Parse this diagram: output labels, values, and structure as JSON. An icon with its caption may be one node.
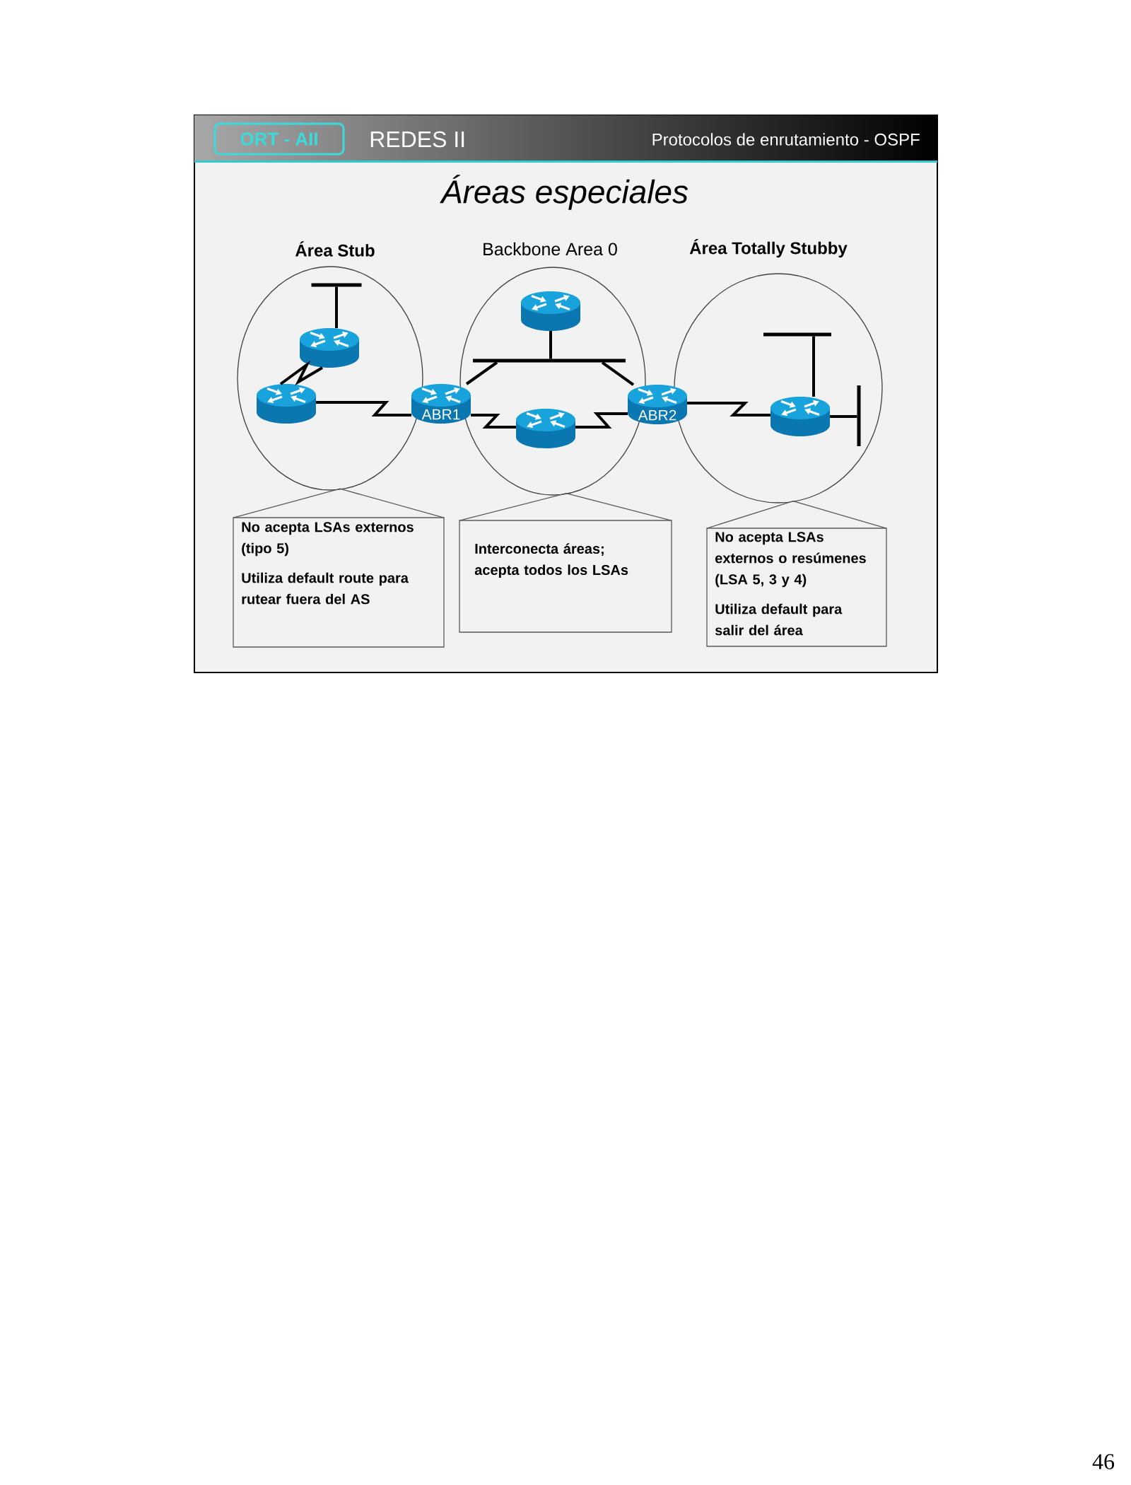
{
  "diagram": {
    "title": "Áreas especiales",
    "nodes": [
      {
        "text": [
          "REDES II",
          "Protocolos de enrutamiento - OSPF"
        ]
      },
      {
        "text": [
          "ORT - AII"
        ],
        "in": 0
      },
      {
        "text": [
          "Área Stub"
        ]
      },
      {
        "text": [
          "Backbone Area 0"
        ]
      },
      {
        "text": [
          "Área Totally Stubby"
        ]
      },
      {
        "text": [],
        "shape": "bar",
        "in": 2
      },
      {
        "text": [],
        "shape": "cylinder",
        "in": 2
      },
      {
        "text": [],
        "shape": "cylinder",
        "in": 2
      },
      {
        "text": [
          "ABR1"
        ]
      },
      {
        "text": [],
        "shape": "cylinder",
        "in": 3
      },
      {
        "text": [],
        "shape": "bar",
        "in": 3
      },
      {
        "text": [],
        "shape": "cylinder",
        "in": 3
      },
      {
        "text": [
          "ABR2"
        ]
      },
      {
        "text": [],
        "shape": "bar",
        "in": 4
      },
      {
        "text": [],
        "shape": "cylinder",
        "in": 4
      },
      {
        "text": [],
        "shape": "bar",
        "in": 4
      },
      {
        "text": [
          "No acepta LSAs externos (tipo 5)",
          "Utiliza default route para rutear fuera del AS"
        ]
      },
      {
        "text": [
          "Interconecta áreas; acepta todos los LSAs"
        ]
      },
      {
        "text": [
          "No acepta LSAs externos o resúmenes (LSA 5, 3 y 4)",
          "Utiliza default para salir del área"
        ]
      }
    ],
    "edges": [
      {
        "from": 6,
        "to": 5,
        "arrow": "none"
      },
      {
        "from": 6,
        "to": 7,
        "arrow": "none"
      },
      {
        "from": 7,
        "to": 8,
        "arrow": "none"
      },
      {
        "from": 8,
        "to": 10,
        "arrow": "none"
      },
      {
        "from": 9,
        "to": 10,
        "arrow": "none"
      },
      {
        "from": 12,
        "to": 10,
        "arrow": "none"
      },
      {
        "from": 8,
        "to": 11,
        "arrow": "none"
      },
      {
        "from": 11,
        "to": 12,
        "arrow": "none"
      },
      {
        "from": 12,
        "to": 14,
        "arrow": "none"
      },
      {
        "from": 14,
        "to": 13,
        "arrow": "none"
      },
      {
        "from": 14,
        "to": 15,
        "arrow": "none"
      },
      {
        "from": 16,
        "to": 2,
        "arrow": "none",
        "color": "#595959"
      },
      {
        "from": 17,
        "to": 3,
        "arrow": "none",
        "color": "#595959"
      },
      {
        "from": 18,
        "to": 4,
        "arrow": "none",
        "color": "#595959"
      }
    ],
    "labels": [
      "46"
    ]
  }
}
